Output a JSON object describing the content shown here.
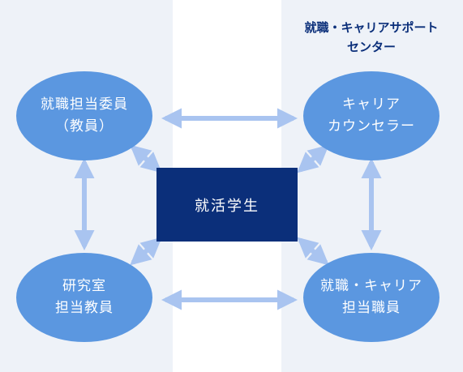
{
  "header": {
    "line1": "就職・キャリアサポート",
    "line2": "センター"
  },
  "nodes": {
    "faculty_committee": {
      "line1": "就職担当委員",
      "line2": "（教員）"
    },
    "career_counselor": {
      "line1": "キャリア",
      "line2": "カウンセラー"
    },
    "lab_advisor": {
      "line1": "研究室",
      "line2": "担当教員"
    },
    "career_staff": {
      "line1": "就職・キャリア",
      "line2": "担当職員"
    },
    "student": {
      "label": "就活学生"
    }
  },
  "colors": {
    "background": "#eef2f8",
    "center_band": "#ffffff",
    "node_fill": "#5b97e0",
    "student_fill": "#0b2f7a",
    "arrow": "#a9c4f0",
    "header_text": "#0b2f7a"
  }
}
